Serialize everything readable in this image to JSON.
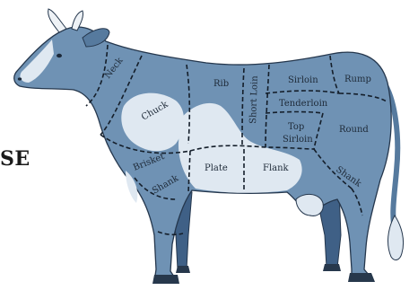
{
  "cut_labels": {
    "neck": "Neck",
    "chuck": "Chuck",
    "rib": "Rib",
    "short_loin": "Short Loin",
    "sirloin": "Sirloin",
    "rump": "Rump",
    "tenderloin": "Tenderloin",
    "top_sirloin_line1": "Top",
    "top_sirloin_line2": "Sirloin",
    "round": "Round",
    "brisket": "Brisket",
    "plate": "Plate",
    "flank": "Flank",
    "shank_front": "Shank",
    "shank_rear": "Shank"
  },
  "side_text": "SE",
  "colors": {
    "body": "#6f92b4",
    "body_dark": "#567a9e",
    "body_shadow": "#3f6086",
    "patch": "#dfe8f1",
    "outline": "#25374d",
    "cut_line": "#141e2a",
    "hoof": "#27384c",
    "horn": "#eef2f6"
  }
}
